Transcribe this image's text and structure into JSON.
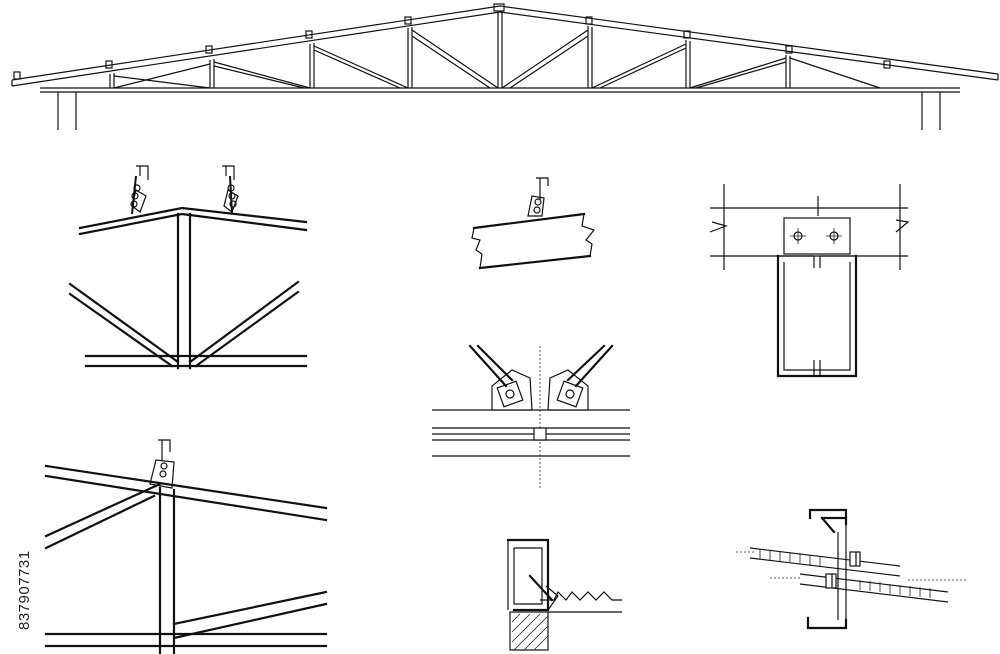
{
  "stock_id": "837907731",
  "icons": {
    "roof-truss": "roof-truss-elevation",
    "ridge-detail": "ridge-connection-detail",
    "purlin-clip": "purlin-clip-detail",
    "beam-splice": "beam-splice-section",
    "apex-gusset": "apex-gusset-detail",
    "eave-detail": "eave-connection-detail",
    "wall-plate": "wall-plate-anchor-detail",
    "z-purlin-bolt": "z-purlin-bolted-lap-detail"
  },
  "colors": {
    "line": "#111111",
    "background": "#ffffff"
  }
}
